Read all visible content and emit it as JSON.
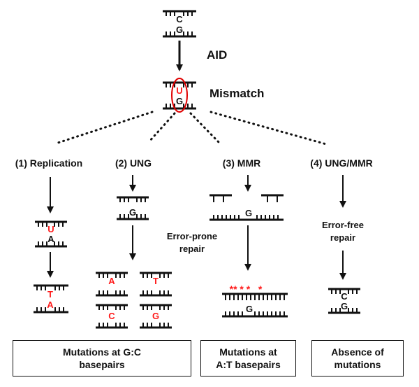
{
  "labels": {
    "aid": "AID",
    "mismatch": "Mismatch",
    "error_prone": [
      "Error-prone",
      "repair"
    ],
    "error_free": [
      "Error-free",
      "repair"
    ]
  },
  "pathways": [
    {
      "label": "(1) Replication"
    },
    {
      "label": "(2) UNG"
    },
    {
      "label": "(3) MMR"
    },
    {
      "label": "(4) UNG/MMR"
    }
  ],
  "bases": {
    "top": {
      "upper": "C",
      "lower": "G"
    },
    "mismatch": {
      "upper": "U",
      "lower": "G"
    },
    "replication": {
      "upper": "U",
      "lower": "A"
    },
    "replication_result": {
      "upper": "T",
      "lower": "A"
    },
    "ung_abasic": {
      "lower": "G"
    },
    "ung_products": [
      "A",
      "T",
      "C",
      "G"
    ],
    "mmr_gap": {
      "lower": "G"
    },
    "mmr_result": {
      "lower": "G",
      "marks": "** * *   *"
    },
    "repaired": {
      "upper": "C",
      "lower": "G"
    }
  },
  "outcomes": [
    {
      "lines": [
        "Mutations at G:C",
        "basepairs"
      ]
    },
    {
      "lines": [
        "Mutations at",
        "A:T basepairs"
      ]
    },
    {
      "lines": [
        "Absence of",
        "mutations"
      ]
    }
  ],
  "colors": {
    "ink": "#111111",
    "mutation": "#ff1a1a",
    "highlight_ring": "#e00000"
  }
}
